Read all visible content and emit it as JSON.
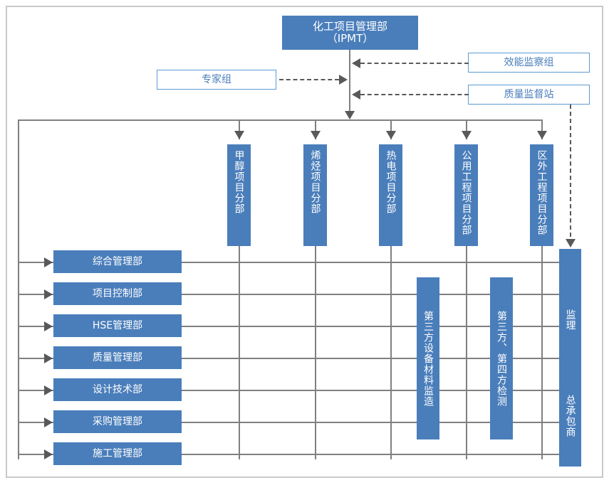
{
  "diagram": {
    "title_box": {
      "label": "化工项目管理部\n（IPMT）",
      "line1": "化工项目管理部",
      "line2": "（IPMT）"
    },
    "advisory_left": {
      "label": "专家组"
    },
    "supervisory_right": [
      {
        "label": "效能监察组"
      },
      {
        "label": "质量监督站"
      }
    ],
    "project_divisions": [
      {
        "label": "甲醇项目分部"
      },
      {
        "label": "烯烃项目分部"
      },
      {
        "label": "热电项目分部"
      },
      {
        "label": "公用工程项目分部"
      },
      {
        "label": "区外工程项目分部"
      }
    ],
    "functional_departments": [
      {
        "label": "综合管理部"
      },
      {
        "label": "项目控制部"
      },
      {
        "label": "HSE管理部"
      },
      {
        "label": "质量管理部"
      },
      {
        "label": "设计技术部"
      },
      {
        "label": "采购管理部"
      },
      {
        "label": "施工管理部"
      }
    ],
    "third_party_columns": [
      {
        "label": "第三方设备材料监造"
      },
      {
        "label": "第三方、第四方检测"
      }
    ],
    "contractor_column": {
      "upper_label": "监理",
      "lower_label": "总承包商"
    },
    "colors": {
      "box_fill": "#4a7ebb",
      "box_outline_border": "#5b9bd5",
      "box_outline_text": "#4a7ebb",
      "connector": "#808080",
      "dashed_connector": "#595959",
      "frame": "#c9c9c9",
      "background": "#ffffff"
    }
  }
}
